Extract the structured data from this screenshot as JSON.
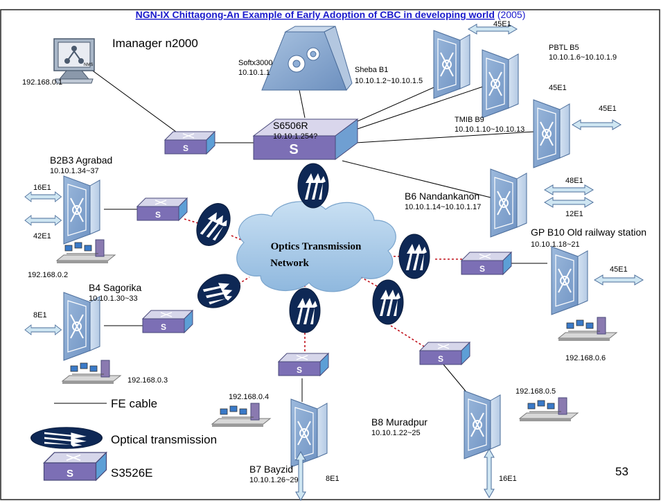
{
  "title": {
    "main": "NGN-IX Chittagong-An Example of Early Adoption of CBC in developing world",
    "year": "(2005)"
  },
  "nms": {
    "name": "Imanager n2000",
    "ip": "192.168.0.1",
    "screen_label": "NMS"
  },
  "softx": {
    "name": "Softx3000",
    "ip": "10.10.1.1"
  },
  "core_switch": {
    "name": "S6506R",
    "ip": "10.10.1.254?"
  },
  "cloud": {
    "line1": "Optics Transmission",
    "line2": "Network"
  },
  "sites": [
    {
      "id": "sheba",
      "name": "Sheba B1",
      "range": "10.10.1.2~10.10.1.5",
      "links": [
        "45E1"
      ]
    },
    {
      "id": "pbtl",
      "name": "PBTL B5",
      "range": "10.10.1.6~10.10.1.9",
      "links": [
        "45E1"
      ]
    },
    {
      "id": "tmib",
      "name": "TMIB B9",
      "range": "10.10.1.10~10.10.13",
      "links": [
        "45E1"
      ]
    },
    {
      "id": "b6",
      "name": "B6 Nandankanon",
      "range": "10.10.1.14~10.10.1.17",
      "links": [
        "48E1",
        "12E1"
      ]
    },
    {
      "id": "gp",
      "name": "GP B10 Old railway station",
      "range": "10.10.1.18~21",
      "links": [
        "45E1"
      ],
      "pc_ip": "192.168.0.6"
    },
    {
      "id": "b2b3",
      "name": "B2B3 Agrabad",
      "range": "10.10.1.34~37",
      "links": [
        "16E1",
        "42E1"
      ],
      "pc_ip": "192.168.0.2"
    },
    {
      "id": "b4",
      "name": "B4 Sagorika",
      "range": "10.10.1.30~33",
      "links": [
        "8E1"
      ],
      "pc_ip": "192.168.0.3"
    },
    {
      "id": "b7",
      "name": "B7 Bayzid",
      "range": "10.10.1.26~29",
      "links": [
        "8E1"
      ],
      "pc_ip": "192.168.0.4"
    },
    {
      "id": "b8",
      "name": "B8 Muradpur",
      "range": "10.10.1.22~25",
      "links": [
        "16E1"
      ],
      "pc_ip": "192.168.0.5"
    }
  ],
  "legend": {
    "fe_cable": "FE cable",
    "optical": "Optical transmission",
    "switch": "S3526E"
  },
  "switch_glyph": "S",
  "page_number": "53",
  "colors": {
    "title": "#1a1acc",
    "device_blue": "#8eaed6",
    "switch_purple": "#7c6fb5",
    "optical_navy": "#0e2855",
    "link_red": "#c0101a",
    "cloud": "#a9cbe8"
  }
}
